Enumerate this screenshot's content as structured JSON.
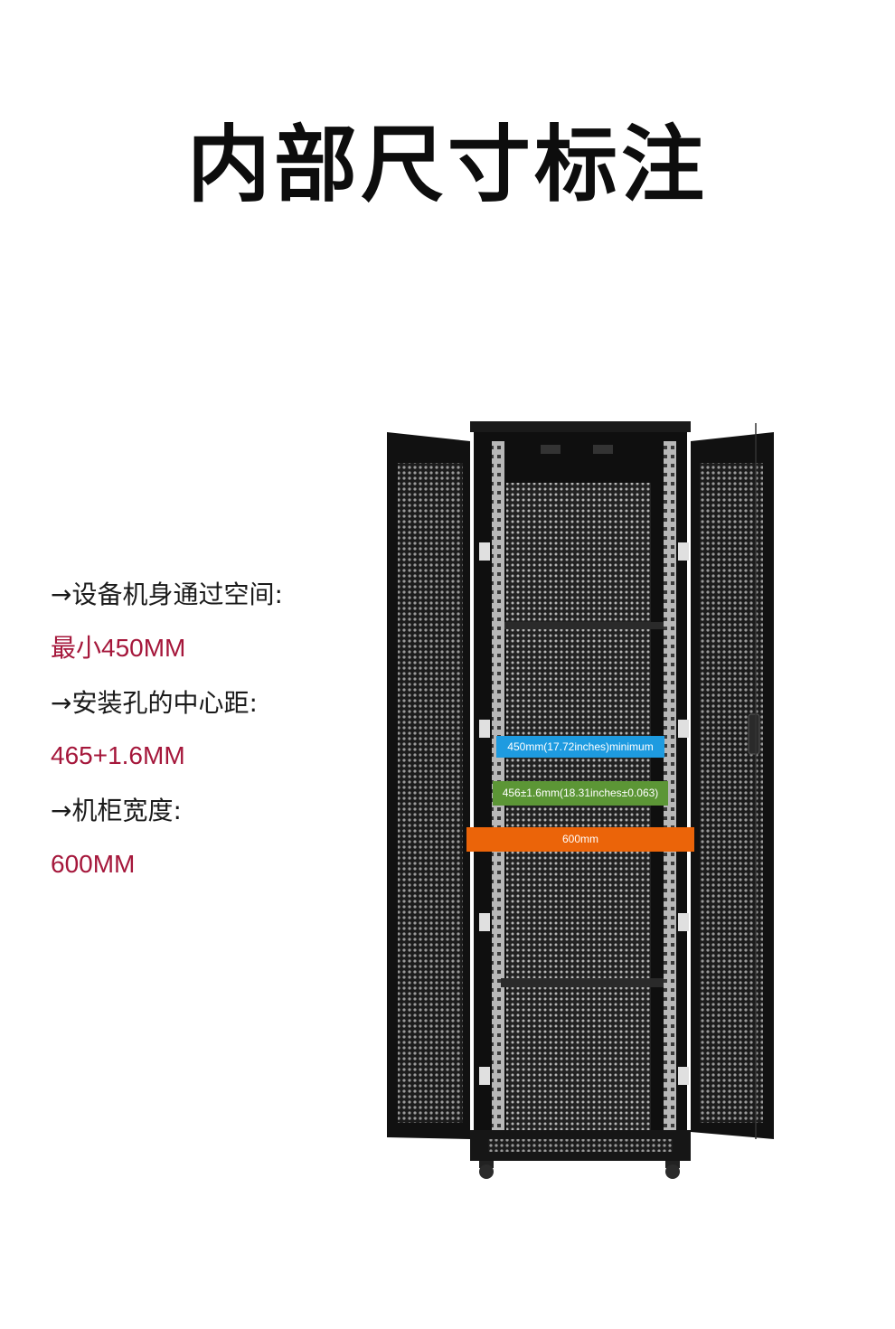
{
  "title": "内部尺寸标注",
  "specs": [
    {
      "label": "→设备机身通过空间:",
      "value": "最小450MM"
    },
    {
      "label": "→安装孔的中心距:",
      "value": "465+1.6MM"
    },
    {
      "label": "→机柜宽度:",
      "value": "600MM"
    }
  ],
  "dimensions": {
    "inner_clearance": "450mm(17.72inches)minimum",
    "hole_spacing": "456±1.6mm(18.31inches±0.063)",
    "cabinet_width": "600mm"
  },
  "colors": {
    "accent_value": "#a5173b",
    "dim_blue": "#1e9be0",
    "dim_green": "#5c9636",
    "dim_orange": "#eb6409"
  }
}
